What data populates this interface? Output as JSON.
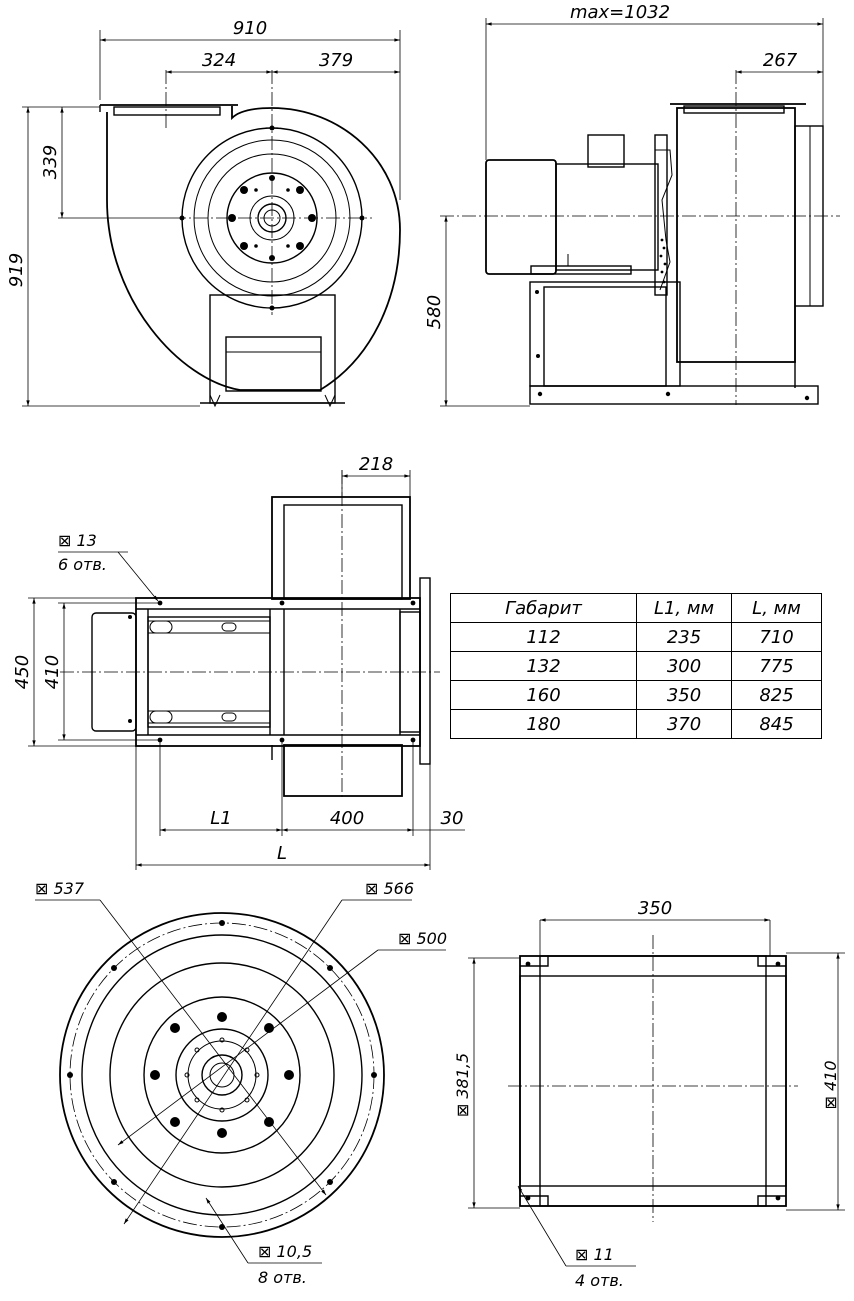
{
  "dimensions": {
    "top_width": "910",
    "left_to_center": "324",
    "center_to_right": "379",
    "height_to_outlet": "339",
    "total_height": "919",
    "max_length": "max=1032",
    "motor_offset": "267",
    "shaft_height": "580",
    "flange_width": "218",
    "base_width_outer": "450",
    "base_width_inner": "410",
    "hole_square": "⊠ 13",
    "hole_count_base": "6 отв.",
    "l1_label": "L1",
    "base_span": "400",
    "end_gap": "30",
    "l_label": "L",
    "dia_537": "⊠ 537",
    "dia_566": "⊠ 566",
    "dia_500": "⊠ 500",
    "flange_hole": "⊠ 10,5",
    "flange_hole_count": "8 отв.",
    "outlet_width": "350",
    "outlet_height_left": "⊠ 381,5",
    "outlet_height_right": "⊠ 410",
    "outlet_hole": "⊠ 11",
    "outlet_hole_count": "4 отв."
  },
  "table": {
    "headers": [
      "Габарит",
      "L1, мм",
      "L, мм"
    ],
    "rows": [
      [
        "112",
        "235",
        "710"
      ],
      [
        "132",
        "300",
        "775"
      ],
      [
        "160",
        "350",
        "825"
      ],
      [
        "180",
        "370",
        "845"
      ]
    ]
  }
}
